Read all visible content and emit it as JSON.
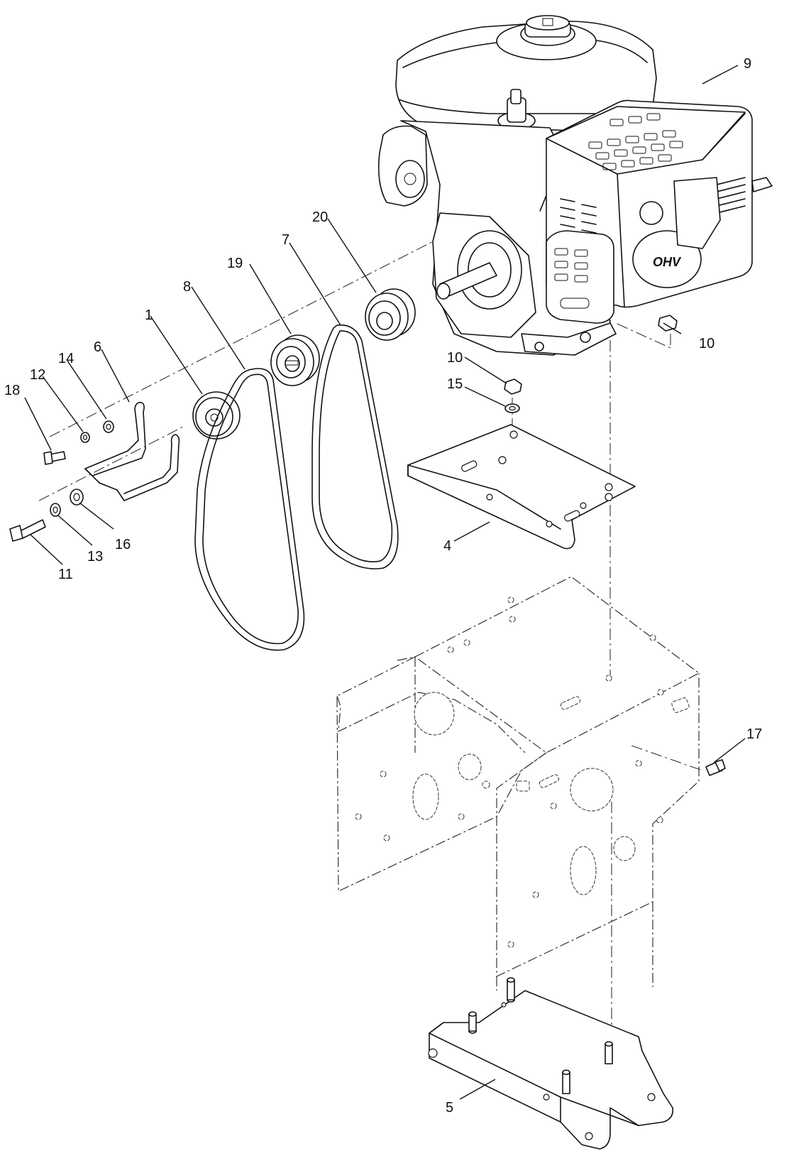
{
  "diagram": {
    "callouts": [
      {
        "id": "c9",
        "text": "9"
      },
      {
        "id": "c20",
        "text": "20"
      },
      {
        "id": "c7",
        "text": "7"
      },
      {
        "id": "c19",
        "text": "19"
      },
      {
        "id": "c8",
        "text": "8"
      },
      {
        "id": "c1",
        "text": "1"
      },
      {
        "id": "c6",
        "text": "6"
      },
      {
        "id": "c14",
        "text": "14"
      },
      {
        "id": "c12",
        "text": "12"
      },
      {
        "id": "c18",
        "text": "18"
      },
      {
        "id": "c10a",
        "text": "10"
      },
      {
        "id": "c10b",
        "text": "10"
      },
      {
        "id": "c15",
        "text": "15"
      },
      {
        "id": "c4",
        "text": "4"
      },
      {
        "id": "c11",
        "text": "11"
      },
      {
        "id": "c13",
        "text": "13"
      },
      {
        "id": "c16",
        "text": "16"
      },
      {
        "id": "c17",
        "text": "17"
      },
      {
        "id": "c5",
        "text": "5"
      }
    ],
    "engine": {
      "badge_text": "OHV"
    }
  }
}
